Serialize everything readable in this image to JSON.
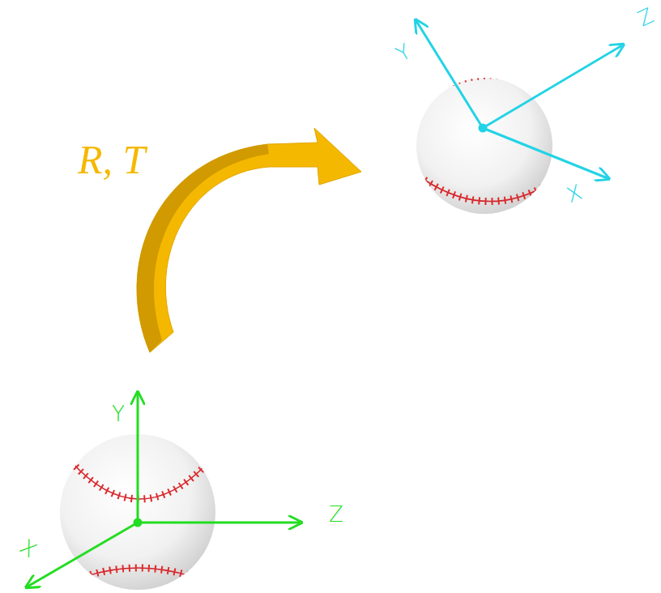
{
  "diagram": {
    "labels": [
      "Y",
      "Z",
      "X",
      "R, T",
      "Y",
      "Z",
      "X"
    ]
  }
}
